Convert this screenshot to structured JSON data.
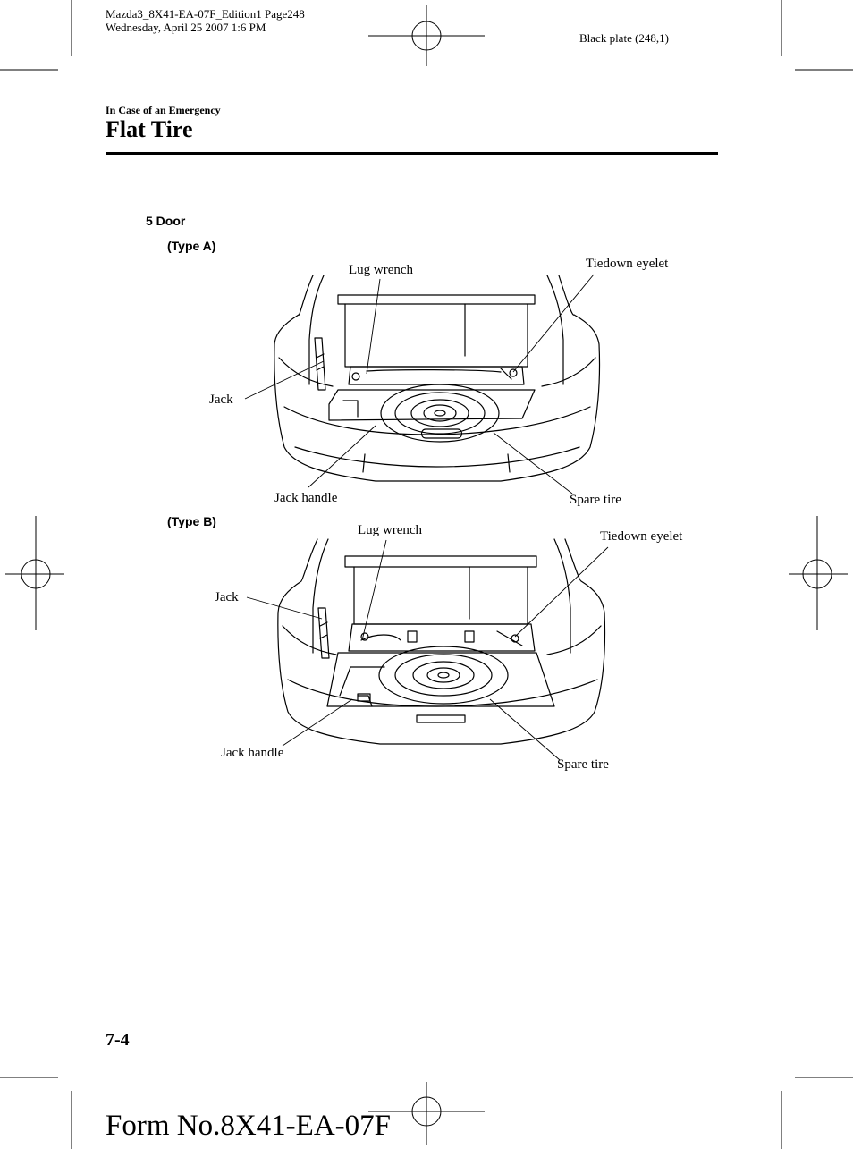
{
  "print_header": {
    "line1": "Mazda3_8X41-EA-07F_Edition1 Page248",
    "line2": "Wednesday, April 25 2007 1:6 PM",
    "plate": "Black plate (248,1)"
  },
  "section": {
    "kicker": "In Case of an Emergency",
    "title": "Flat Tire"
  },
  "content": {
    "model_label": "5 Door",
    "figure_a": {
      "type_label": "(Type A)",
      "labels": {
        "lug_wrench": "Lug wrench",
        "tiedown_eyelet": "Tiedown eyelet",
        "jack": "Jack",
        "jack_handle": "Jack handle",
        "spare_tire": "Spare tire"
      }
    },
    "figure_b": {
      "type_label": "(Type B)",
      "labels": {
        "lug_wrench": "Lug wrench",
        "tiedown_eyelet": "Tiedown eyelet",
        "jack": "Jack",
        "jack_handle": "Jack handle",
        "spare_tire": "Spare tire"
      }
    }
  },
  "footer": {
    "page_number": "7-4",
    "form_number": "Form No.8X41-EA-07F"
  }
}
